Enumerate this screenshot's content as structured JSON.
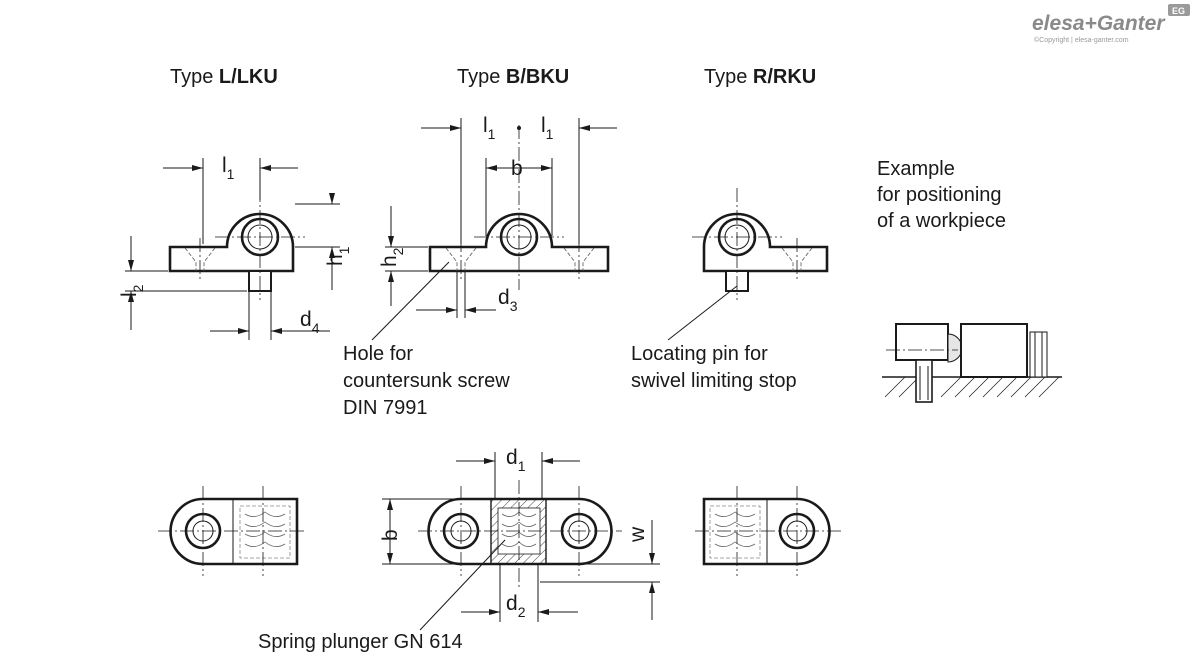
{
  "logo": {
    "brand": "elesa+Ganter",
    "copyright": "©Copyright | elesa-ganter.com",
    "badge": "EG"
  },
  "types": [
    {
      "prefix": "Type ",
      "bold": "L/LKU"
    },
    {
      "prefix": "Type ",
      "bold": "B/BKU"
    },
    {
      "prefix": "Type ",
      "bold": "R/RKU"
    }
  ],
  "dimensions": {
    "l1": {
      "base": "l",
      "sub": "1"
    },
    "l2": {
      "base": "l",
      "sub": "2"
    },
    "h1": {
      "base": "h",
      "sub": "1"
    },
    "h2": {
      "base": "h",
      "sub": "2"
    },
    "b": "b",
    "d1": {
      "base": "d",
      "sub": "1"
    },
    "d2": {
      "base": "d",
      "sub": "2"
    },
    "d3": {
      "base": "d",
      "sub": "3"
    },
    "d4": {
      "base": "d",
      "sub": "4"
    },
    "w": "w"
  },
  "annotations": {
    "hole_line1": "Hole for",
    "hole_line2": "countersunk screw",
    "hole_line3": "DIN 7991",
    "pin_line1": "Locating pin for",
    "pin_line2": "swivel limiting stop",
    "example_line1": "Example",
    "example_line2": "for positioning",
    "example_line3": "of a workpiece",
    "plunger": "Spring plunger GN 614"
  }
}
